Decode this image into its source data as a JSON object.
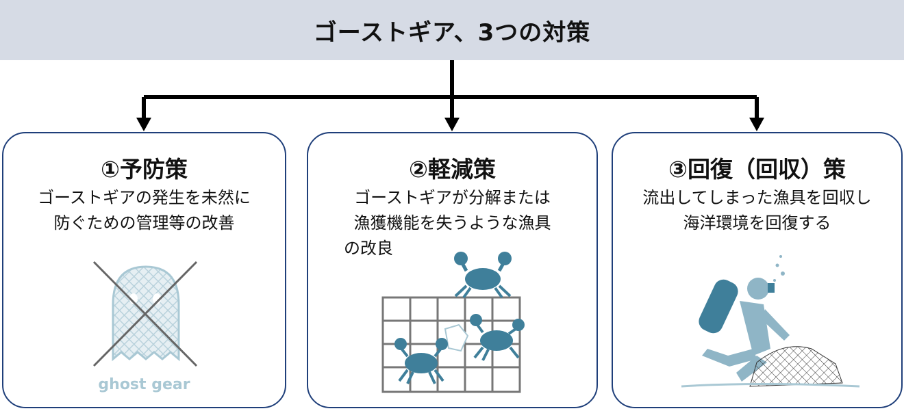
{
  "header": {
    "title": "ゴーストギア、3つの対策"
  },
  "cards": [
    {
      "title": "①予防策",
      "desc_lines": [
        "ゴーストギアの発生を未然に",
        "防ぐための管理等の改善"
      ],
      "illustration": "crossed-out-ghost-net-icon",
      "caption": "ghost gear"
    },
    {
      "title": "②軽減策",
      "desc_lines": [
        "ゴーストギアが分解または",
        "漁獲機能を失うような漁具",
        "の改良"
      ],
      "illustration": "crabs-escaping-trap-icon"
    },
    {
      "title": "③回復（回収）策",
      "desc_lines": [
        "流出してしまった漁具を回収し",
        "海洋環境を回復する"
      ],
      "illustration": "diver-retrieving-net-icon"
    }
  ],
  "colors": {
    "header_bg": "#d6dbe5",
    "card_border": "#1f3f7a",
    "connector": "#000000",
    "illustration_primary": "#3f7f9a",
    "illustration_light": "#a9c8d4"
  }
}
